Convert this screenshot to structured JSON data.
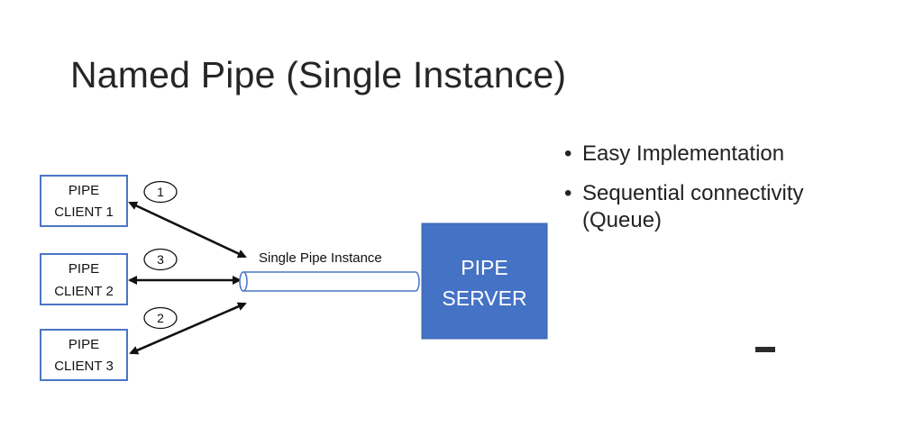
{
  "title": "Named Pipe (Single Instance)",
  "diagram": {
    "clients": [
      {
        "line1": "PIPE",
        "line2": "CLIENT 1"
      },
      {
        "line1": "PIPE",
        "line2": "CLIENT 2"
      },
      {
        "line1": "PIPE",
        "line2": "CLIENT 3"
      }
    ],
    "pipe_label": "Single Pipe Instance",
    "server": {
      "line1": "PIPE",
      "line2": "SERVER"
    },
    "sequence_numbers": [
      "1",
      "3",
      "2"
    ],
    "colors": {
      "server_fill": "#4472c4",
      "client_border": "#4a76c4",
      "pipe_border": "#4a76c4"
    }
  },
  "bullets": [
    "Easy Implementation",
    "Sequential connectivity (Queue)"
  ]
}
